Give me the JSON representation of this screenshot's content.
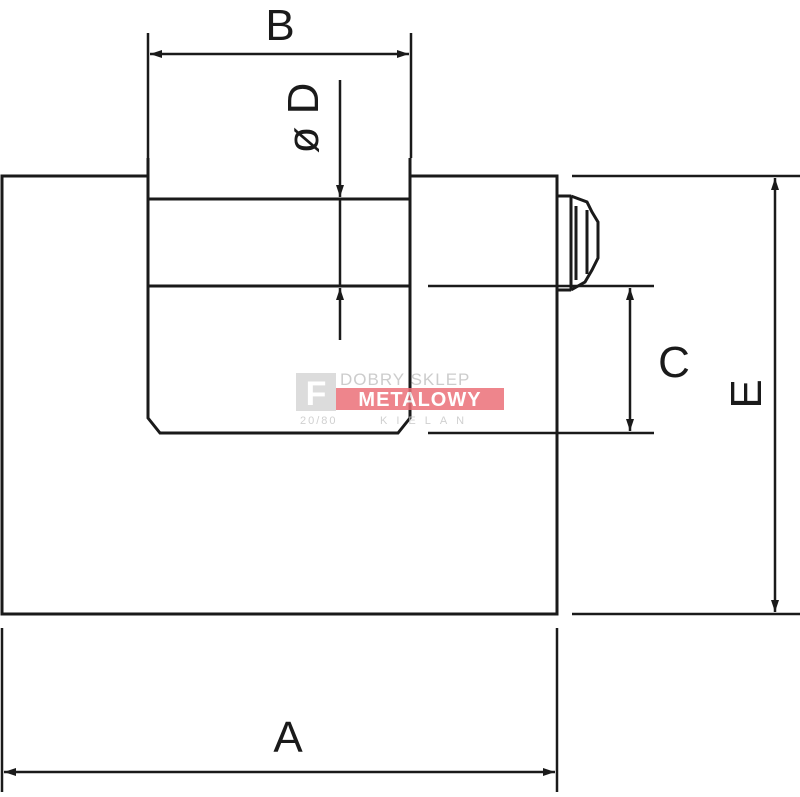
{
  "labels": {
    "a": "A",
    "b": "B",
    "c": "C",
    "d": "ø D",
    "e": "E"
  },
  "watermark": {
    "line1": "DOBRY SKLEP",
    "line2": "METALOWY",
    "left_small": "20/80",
    "right_small": "KIELAN",
    "logo_letter": "F"
  },
  "colors": {
    "ink": "#1a1a1a",
    "watermark_gray": "#c8c8c8",
    "watermark_red": "#e8606a"
  }
}
